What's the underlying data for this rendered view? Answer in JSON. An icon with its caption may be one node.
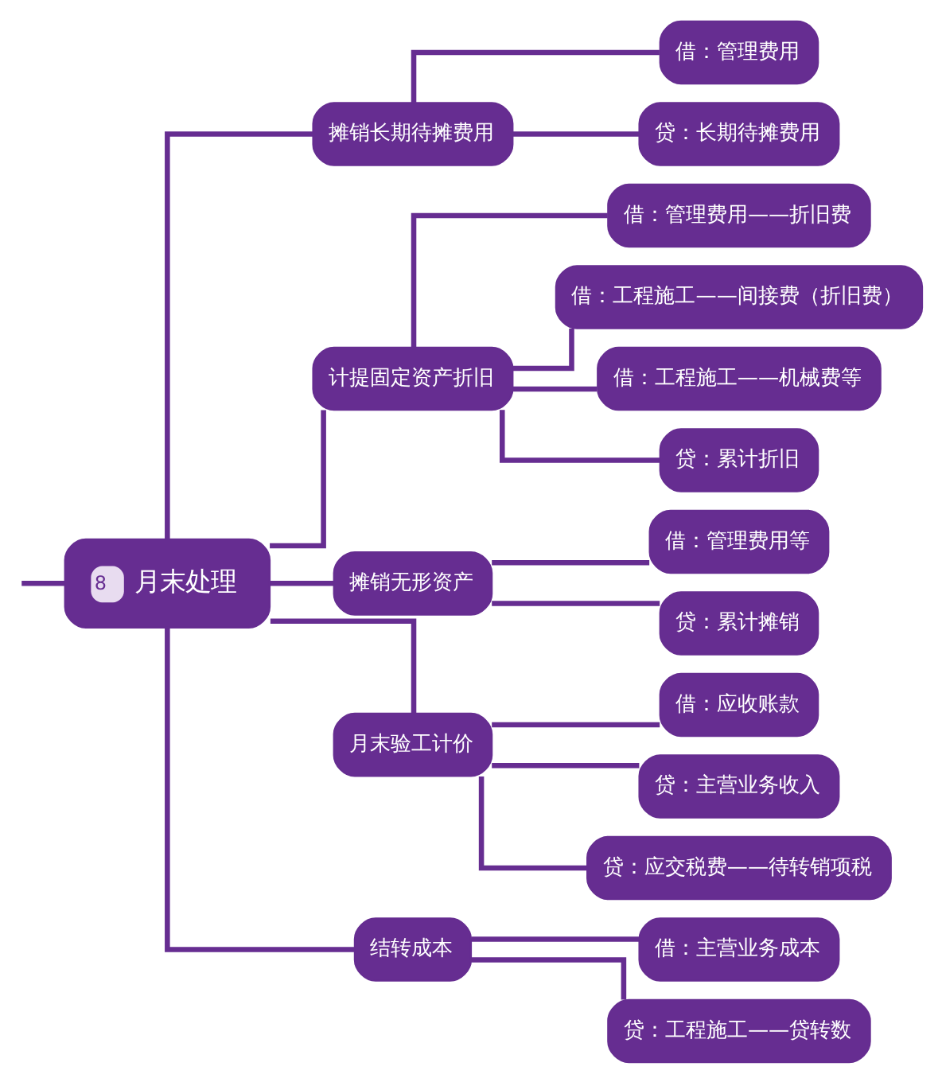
{
  "diagram": {
    "nodes": [
      {
        "text": [
          "8",
          "月末处理"
        ]
      },
      {
        "text": [
          "摊销长期待摊费用"
        ]
      },
      {
        "text": [
          "借：管理费用"
        ]
      },
      {
        "text": [
          "贷：长期待摊费用"
        ]
      },
      {
        "text": [
          "计提固定资产折旧"
        ]
      },
      {
        "text": [
          "借：管理费用——折旧费"
        ]
      },
      {
        "text": [
          "借：工程施工——间接费（折旧费）"
        ]
      },
      {
        "text": [
          "借：工程施工——机械费等"
        ]
      },
      {
        "text": [
          "贷：累计折旧"
        ]
      },
      {
        "text": [
          "摊销无形资产"
        ]
      },
      {
        "text": [
          "借：管理费用等"
        ]
      },
      {
        "text": [
          "贷：累计摊销"
        ]
      },
      {
        "text": [
          "月末验工计价"
        ]
      },
      {
        "text": [
          "借：应收账款"
        ]
      },
      {
        "text": [
          "贷：主营业务收入"
        ]
      },
      {
        "text": [
          "贷：应交税费——待转销项税"
        ]
      },
      {
        "text": [
          "结转成本"
        ]
      },
      {
        "text": [
          "借：主营业务成本"
        ]
      },
      {
        "text": [
          "贷：工程施工——贷转数"
        ]
      }
    ],
    "edges": [
      {
        "from": null,
        "to": 0,
        "arrow": "none"
      },
      {
        "from": 0,
        "to": 1,
        "arrow": "none"
      },
      {
        "from": 1,
        "to": 2,
        "arrow": "none"
      },
      {
        "from": 1,
        "to": 3,
        "arrow": "none"
      },
      {
        "from": 0,
        "to": 4,
        "arrow": "none"
      },
      {
        "from": 4,
        "to": 5,
        "arrow": "none"
      },
      {
        "from": 4,
        "to": 6,
        "arrow": "none"
      },
      {
        "from": 4,
        "to": 7,
        "arrow": "none"
      },
      {
        "from": 4,
        "to": 8,
        "arrow": "none"
      },
      {
        "from": 0,
        "to": 9,
        "arrow": "none"
      },
      {
        "from": 9,
        "to": 10,
        "arrow": "none"
      },
      {
        "from": 9,
        "to": 11,
        "arrow": "none"
      },
      {
        "from": 0,
        "to": 12,
        "arrow": "none"
      },
      {
        "from": 12,
        "to": 13,
        "arrow": "none"
      },
      {
        "from": 12,
        "to": 14,
        "arrow": "none"
      },
      {
        "from": 12,
        "to": 15,
        "arrow": "none"
      },
      {
        "from": 0,
        "to": 16,
        "arrow": "none"
      },
      {
        "from": 16,
        "to": 17,
        "arrow": "none"
      },
      {
        "from": 16,
        "to": 18,
        "arrow": "none"
      }
    ]
  }
}
